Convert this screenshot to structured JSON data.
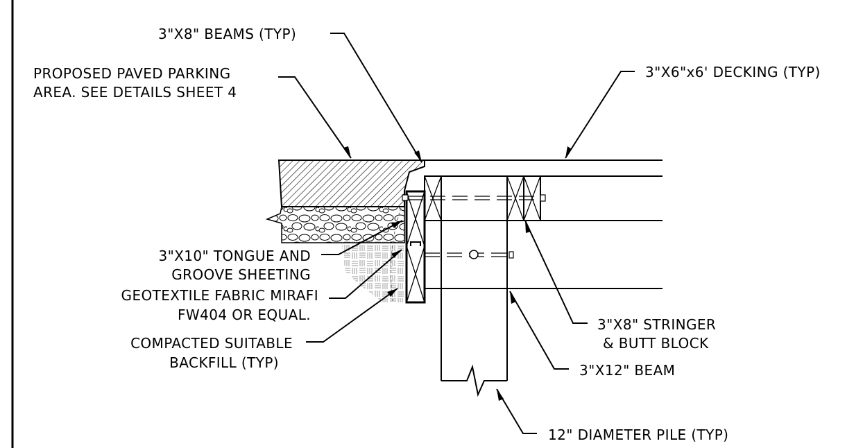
{
  "labels": {
    "beams": "3\"X8\" BEAMS (TYP)",
    "paved_line1": "PROPOSED PAVED PARKING",
    "paved_line2": "AREA. SEE DETAILS SHEET 4",
    "decking": "3\"X6\"x6' DECKING (TYP)",
    "sheeting_line1": "3\"X10\" TONGUE AND",
    "sheeting_line2": "GROOVE SHEETING",
    "geotextile_line1": "GEOTEXTILE FABRIC MIRAFI",
    "geotextile_line2": "FW404 OR EQUAL.",
    "backfill_line1": "COMPACTED SUITABLE",
    "backfill_line2": "BACKFILL (TYP)",
    "stringer_line1": "3\"X8\" STRINGER",
    "stringer_line2": "& BUTT BLOCK",
    "beam12": "3\"X12\" BEAM",
    "pile": "12\" DIAMETER PILE (TYP)"
  }
}
